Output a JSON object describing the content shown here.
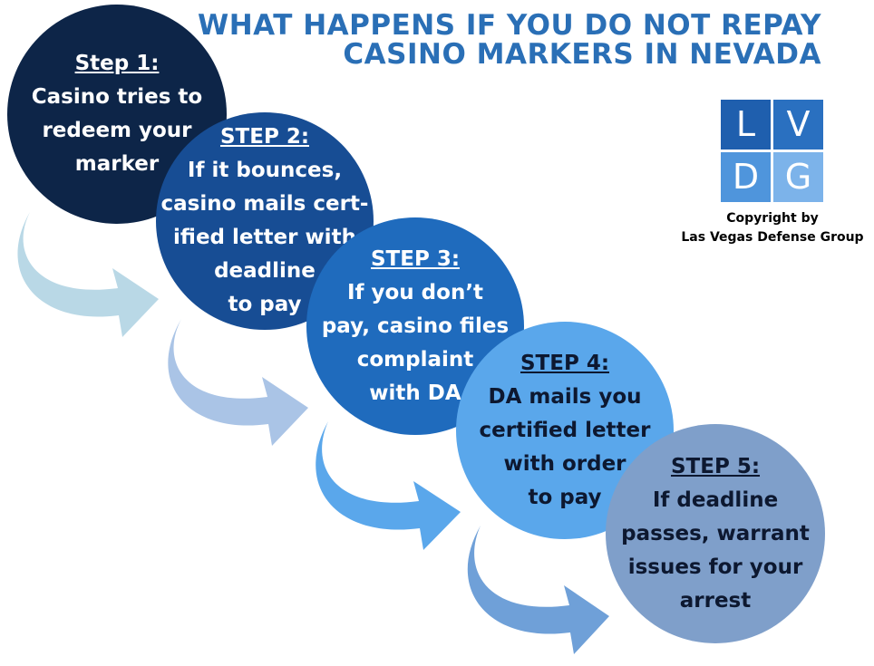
{
  "title": {
    "line1": "WHAT HAPPENS IF YOU DO NOT REPAY",
    "line2": "CASINO MARKERS IN NEVADA"
  },
  "steps": [
    {
      "heading": "Step 1:",
      "text": "Casino tries to\nredeem your\nmarker"
    },
    {
      "heading": "STEP 2:",
      "text": "If it bounces,\ncasino mails cert-\nified letter with\ndeadline\nto pay"
    },
    {
      "heading": "STEP 3:",
      "text": "If you don’t\npay, casino files\ncomplaint\nwith DA"
    },
    {
      "heading": "STEP 4:",
      "text": "DA mails you\ncertified letter\nwith order\nto pay"
    },
    {
      "heading": "STEP 5:",
      "text": "If deadline\npasses, warrant\nissues for your\narrest"
    }
  ],
  "logo": {
    "letters": [
      "L",
      "V",
      "D",
      "G"
    ]
  },
  "copyright": {
    "line1": "Copyright by",
    "line2": "Las Vegas Defense Group"
  },
  "colors": {
    "title": "#2a6fb6",
    "step1": "#0d2548",
    "step2": "#174d94",
    "step3": "#1f6bbd",
    "step4": "#5aa7eb",
    "step5": "#7f9fca",
    "arrow1": "#b9d8e6",
    "arrow2": "#aac4e6",
    "arrow3": "#5aa7eb",
    "arrow4": "#6fa0d8"
  }
}
